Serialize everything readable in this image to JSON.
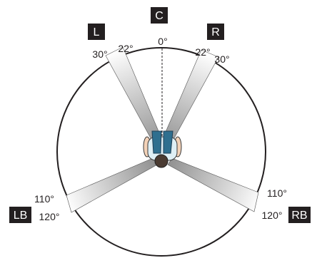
{
  "figure": {
    "channels": [
      {
        "id": "C",
        "label": "C",
        "angles": [
          "0°"
        ]
      },
      {
        "id": "L",
        "label": "L",
        "angles": [
          "30°",
          "22°"
        ]
      },
      {
        "id": "R",
        "label": "R",
        "angles": [
          "22°",
          "30°"
        ]
      },
      {
        "id": "LB",
        "label": "LB",
        "angles": [
          "110°",
          "120°"
        ]
      },
      {
        "id": "RB",
        "label": "RB",
        "angles": [
          "110°",
          "120°"
        ]
      }
    ],
    "colors": {
      "badge": "#231f20",
      "circle": "#231f20",
      "beam_dark": "#8c8c8c",
      "beam_light": "#ffffff",
      "listener_shirt": "#dfeff5",
      "listener_legs": "#2f6f8f",
      "listener_hair": "#4a3b32"
    }
  }
}
